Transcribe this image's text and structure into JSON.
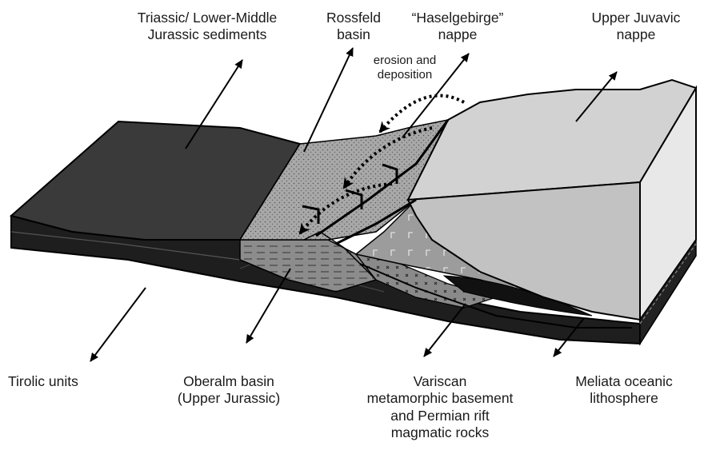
{
  "labels": {
    "triassic": [
      "Triassic/ Lower-Middle",
      "Jurassic sediments"
    ],
    "rossfeld": [
      "Rossfeld",
      "basin"
    ],
    "haselgebirge": [
      "“Haselgebirge”",
      "nappe"
    ],
    "upper_juvavic": [
      "Upper Juvavic",
      "nappe"
    ],
    "erosion": [
      "erosion and",
      "deposition"
    ],
    "tirolic": [
      "Tirolic units"
    ],
    "oberalm": [
      "Oberalm basin",
      "(Upper Jurassic)"
    ],
    "variscan": [
      "Variscan",
      "metamorphic basement",
      "and Permian rift",
      "magmatic rocks"
    ],
    "meliata": [
      "Meliata oceanic",
      "lithosphere"
    ]
  },
  "colors": {
    "tirolic_top": "#3a3a3a",
    "tirolic_side": "#1c1c1c",
    "rossfeld_fill": "#a8a8a8",
    "haselgebirge_fill": "#9c9c9c",
    "juvavic_top": "#d2d2d2",
    "juvavic_side": "#e4e4e4",
    "oberalm_fill": "#8a8a8a",
    "meliata_fill": "#111111",
    "outline": "#000000"
  },
  "icons": [
    "arrow-icon",
    "normal-fault-symbol",
    "dotted-movement-arrow"
  ]
}
